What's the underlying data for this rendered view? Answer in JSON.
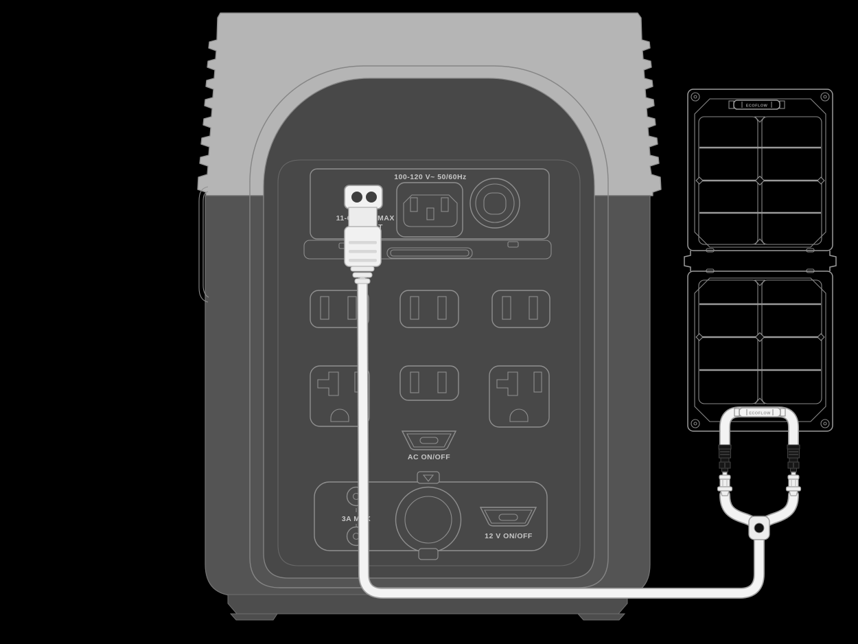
{
  "diagram": {
    "power_station": {
      "ac_input_rating": "100-120 V~ 50/60Hz",
      "solar_input_fragment_left": "11-6",
      "solar_input_fragment_right": "MAX",
      "solar_input_fragment_line2": "T",
      "ac_switch_label": "AC ON/OFF",
      "dc_ports_label": "3A MAX",
      "dc_switch_label": "12 V ON/OFF"
    },
    "solar_panel": {
      "brand_label_top": "ECOFLOW",
      "brand_label_bottom": "ECOFLOW"
    },
    "colors": {
      "background": "#000000",
      "device_top_shell": "#b5b5b5",
      "device_body": "#545454",
      "device_recess": "#484848",
      "outline_gray": "#8f8f8f",
      "label_text": "#c6c6c6",
      "cable_white": "#f3f3f3",
      "connector_dark": "#161616",
      "panel_black": "#060606"
    }
  }
}
